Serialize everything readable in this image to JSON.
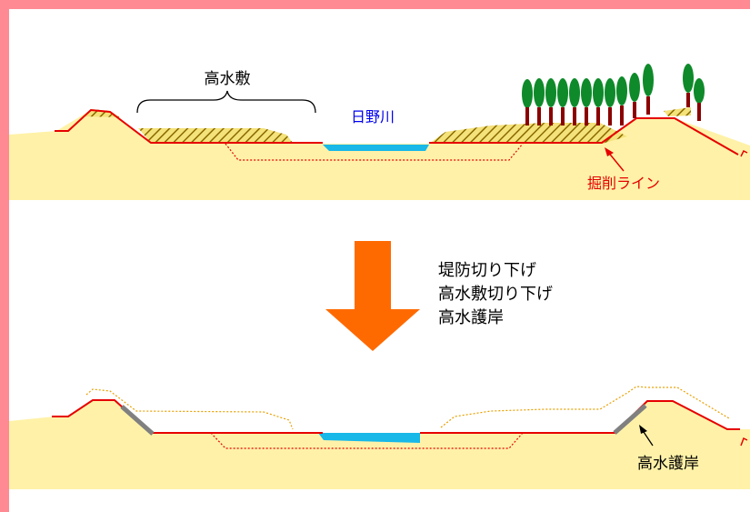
{
  "labels": {
    "floodplain": "高水敷",
    "river_name": "日野川",
    "excavation_line": "掘削ライン",
    "steps": [
      "堤防切り下げ",
      "高水敷切り下げ",
      "高水護岸"
    ],
    "high_water_revetment": "高水護岸"
  },
  "colors": {
    "background_border": "#ff8a94",
    "ground": "#fff2a8",
    "excavation_line": "#e60000",
    "water": "#18b8e8",
    "arrow": "#ff6a00",
    "revetment": "#808080",
    "hatch": "#8a6a00",
    "trees": "#0e8a2a",
    "tree_trunks": "#8b0000"
  }
}
